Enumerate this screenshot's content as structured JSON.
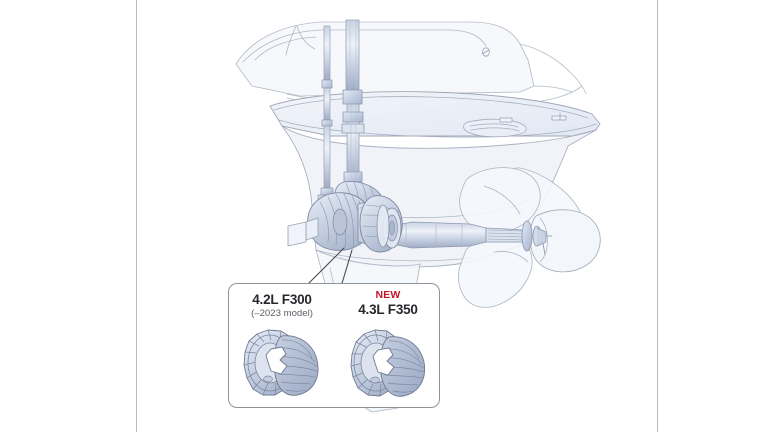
{
  "page": {
    "kind": "technical-illustration",
    "subject": "Outboard motor lower unit cutaway with gear detail callout",
    "background_color": "#ffffff",
    "divider_color": "#b9bcc2"
  },
  "illustration": {
    "name": "outboard-lower-unit-cutaway",
    "style": "ghosted line-art",
    "line_color": "#8b93a5",
    "body_fill": "#e9edf5",
    "metal_fill": "#ccd5e4",
    "shadow_fill": "#aab6cd",
    "parts": [
      "upper-casing",
      "anti-ventilation-plate",
      "gearcase",
      "drive-shaft",
      "shift-rod",
      "pinion-gear",
      "forward-bevel-gear",
      "reverse-bevel-gear",
      "clutch-dog",
      "propeller-shaft",
      "propeller",
      "propeller-hub-nut",
      "skeg"
    ]
  },
  "callout": {
    "leader_line_color": "#4a4f57",
    "box_border_color": "#8f949c",
    "box_background": "#ffffff",
    "cards": [
      {
        "id": "old-gear",
        "badge": "",
        "title": "4.2L F300",
        "subtitle": "(–2023 model)",
        "part_name": "bevel-gear-clutch-dog-4-2l"
      },
      {
        "id": "new-gear",
        "badge": "NEW",
        "title": "4.3L F350",
        "subtitle": "",
        "part_name": "bevel-gear-clutch-dog-4-3l"
      }
    ]
  },
  "colors": {
    "new_badge_red": "#c2162a",
    "title_text": "#26282c",
    "subtitle_text": "#5d6169",
    "gear_fill": "#ccd5e4",
    "gear_line": "#6f7a90"
  }
}
